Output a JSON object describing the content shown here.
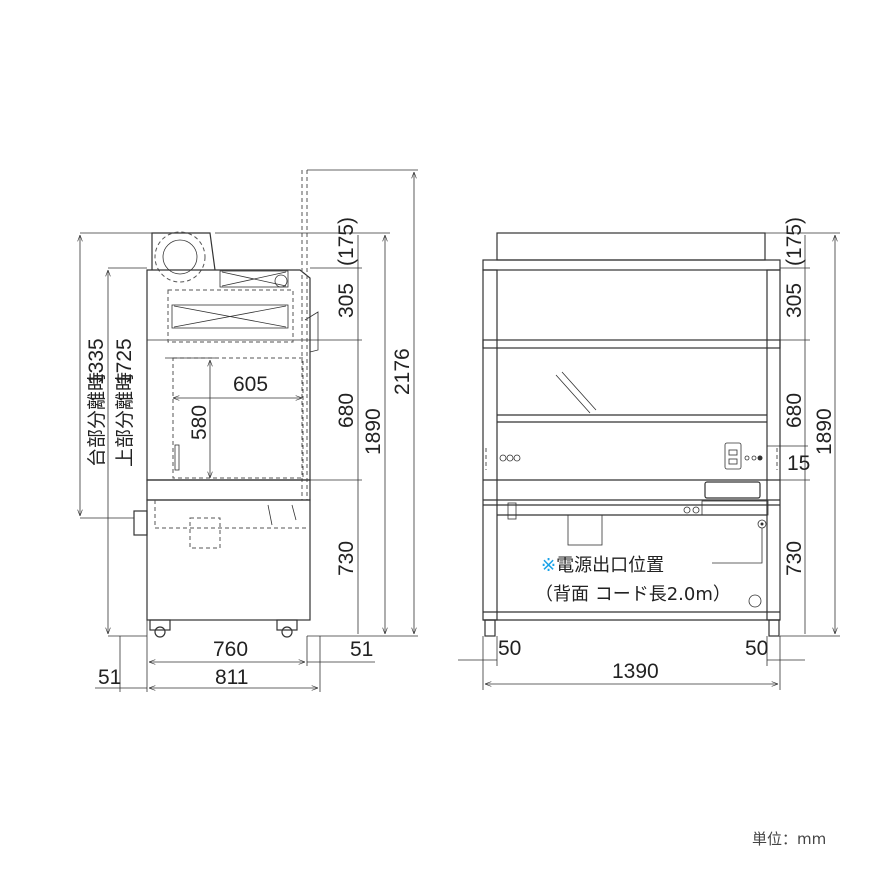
{
  "side_view": {
    "dims": {
      "base_sep": "1335",
      "base_sep_label": "台部分離時",
      "top_sep": "1725",
      "top_sep_label": "上部分離時",
      "inner_width": "605",
      "inner_height": "580",
      "depth": "760",
      "depth_total": "811",
      "offset_left": "51",
      "offset_right": "51"
    },
    "right_dims": {
      "top": "(175)",
      "upper": "305",
      "middle": "680",
      "lower": "730",
      "total": "1890",
      "overall": "2176"
    }
  },
  "front_view": {
    "right_dims": {
      "top": "(175)",
      "upper": "305",
      "middle": "680",
      "gap": "15",
      "lower": "730",
      "total": "1890"
    },
    "bottom_dims": {
      "left": "50",
      "right": "50",
      "width": "1390"
    },
    "note": {
      "mark": "※",
      "line1": "電源出口位置",
      "line2": "（背面 コード長2.0m）"
    },
    "accent_color": "#1aa3e8"
  },
  "unit_label": "単位：mm"
}
